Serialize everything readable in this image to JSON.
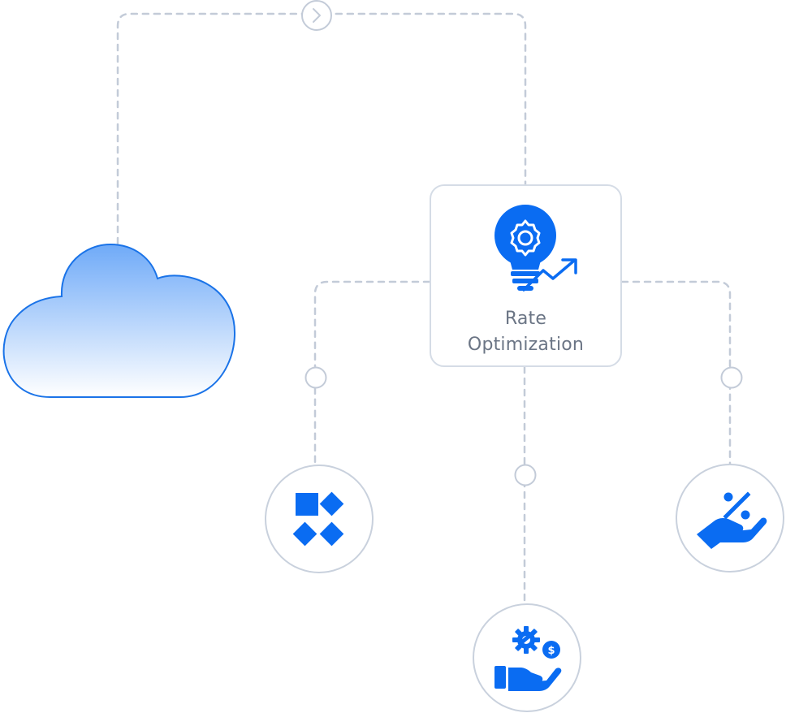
{
  "center_card": {
    "title_line1": "Rate",
    "title_line2": "Optimization",
    "icon": "lightbulb-gear-growth-icon"
  },
  "nodes": [
    {
      "id": "top-connector",
      "icon": "chevron-right-icon"
    },
    {
      "id": "cloud",
      "icon": "cloud-icon"
    },
    {
      "id": "left",
      "icon": "shapes-icon"
    },
    {
      "id": "bottom",
      "icon": "hand-gear-dollar-icon"
    },
    {
      "id": "right",
      "icon": "hand-percent-icon"
    }
  ],
  "colors": {
    "accent": "#0a6cf2",
    "line": "#c3cbd8",
    "border": "#d5dce6",
    "text": "#6b7585",
    "cloud_top": "#6faaf8",
    "cloud_bottom": "#ffffff"
  }
}
